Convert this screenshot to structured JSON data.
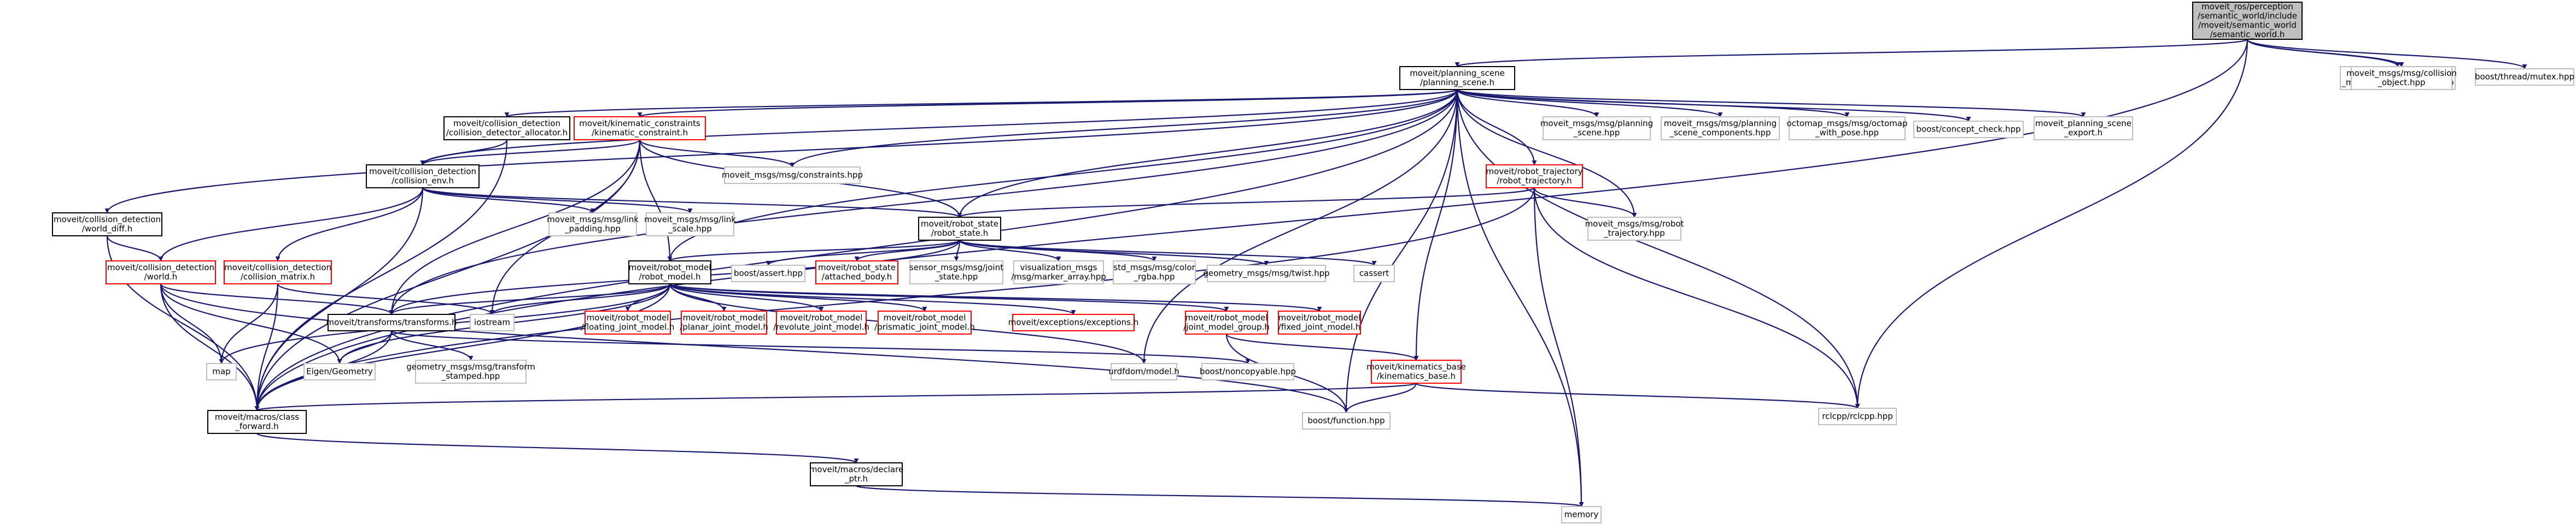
{
  "colors": {
    "background": "#ffffff",
    "edge": "#191970",
    "border_documented": "#000000",
    "border_external": "#bfbfbf",
    "border_incomplete": "#ff0000",
    "root_fill": "#bfbfbf",
    "node_fill": "#ffffff",
    "text": "#000000"
  },
  "nodes": [
    {
      "id": "root",
      "kind": "root",
      "lines": [
        "moveit_ros/perception",
        "/semantic_world/include",
        "/moveit/semantic_world",
        "/semantic_world.h"
      ]
    },
    {
      "id": "planning_scene",
      "kind": "doc",
      "lines": [
        "moveit/planning_scene",
        "/planning_scene.h"
      ]
    },
    {
      "id": "object_recognition",
      "kind": "ext",
      "lines": [
        "object_recognition",
        "_msgs/msg/table_array.hpp"
      ]
    },
    {
      "id": "collision_object",
      "kind": "ext",
      "lines": [
        "moveit_msgs/msg/collision",
        "_object.hpp"
      ]
    },
    {
      "id": "mutex",
      "kind": "ext",
      "lines": [
        "boost/thread/mutex.hpp"
      ]
    },
    {
      "id": "cd_allocator",
      "kind": "doc",
      "lines": [
        "moveit/collision_detection",
        "/collision_detector_allocator.h"
      ]
    },
    {
      "id": "kinematic_constraint",
      "kind": "red",
      "lines": [
        "moveit/kinematic_constraints",
        "/kinematic_constraint.h"
      ]
    },
    {
      "id": "ps_msg",
      "kind": "ext",
      "lines": [
        "moveit_msgs/msg/planning",
        "_scene.hpp"
      ]
    },
    {
      "id": "ps_components",
      "kind": "ext",
      "lines": [
        "moveit_msgs/msg/planning",
        "_scene_components.hpp"
      ]
    },
    {
      "id": "octomap",
      "kind": "ext",
      "lines": [
        "octomap_msgs/msg/octomap",
        "_with_pose.hpp"
      ]
    },
    {
      "id": "concept_check",
      "kind": "ext",
      "lines": [
        "boost/concept_check.hpp"
      ]
    },
    {
      "id": "ps_export",
      "kind": "ext",
      "lines": [
        "moveit_planning_scene",
        "_export.h"
      ]
    },
    {
      "id": "collision_env",
      "kind": "doc",
      "lines": [
        "moveit/collision_detection",
        "/collision_env.h"
      ]
    },
    {
      "id": "constraints",
      "kind": "ext",
      "lines": [
        "moveit_msgs/msg/constraints.hpp"
      ]
    },
    {
      "id": "robot_trajectory",
      "kind": "red",
      "lines": [
        "moveit/robot_trajectory",
        "/robot_trajectory.h"
      ]
    },
    {
      "id": "world_diff",
      "kind": "doc",
      "lines": [
        "moveit/collision_detection",
        "/world_diff.h"
      ]
    },
    {
      "id": "link_padding",
      "kind": "ext",
      "lines": [
        "moveit_msgs/msg/link",
        "_padding.hpp"
      ]
    },
    {
      "id": "link_scale",
      "kind": "ext",
      "lines": [
        "moveit_msgs/msg/link",
        "_scale.hpp"
      ]
    },
    {
      "id": "robot_state",
      "kind": "doc",
      "lines": [
        "moveit/robot_state",
        "/robot_state.h"
      ]
    },
    {
      "id": "robot_traj_msg",
      "kind": "ext",
      "lines": [
        "moveit_msgs/msg/robot",
        "_trajectory.hpp"
      ]
    },
    {
      "id": "world",
      "kind": "red",
      "lines": [
        "moveit/collision_detection",
        "/world.h"
      ]
    },
    {
      "id": "collision_matrix",
      "kind": "red",
      "lines": [
        "moveit/collision_detection",
        "/collision_matrix.h"
      ]
    },
    {
      "id": "robot_model",
      "kind": "doc",
      "lines": [
        "moveit/robot_model",
        "/robot_model.h"
      ]
    },
    {
      "id": "boost_assert",
      "kind": "ext",
      "lines": [
        "boost/assert.hpp"
      ]
    },
    {
      "id": "attached_body",
      "kind": "red",
      "lines": [
        "moveit/robot_state",
        "/attached_body.h"
      ]
    },
    {
      "id": "joint_state",
      "kind": "ext",
      "lines": [
        "sensor_msgs/msg/joint",
        "_state.hpp"
      ]
    },
    {
      "id": "marker_array",
      "kind": "ext",
      "lines": [
        "visualization_msgs",
        "/msg/marker_array.hpp"
      ]
    },
    {
      "id": "color_rgba",
      "kind": "ext",
      "lines": [
        "std_msgs/msg/color",
        "_rgba.hpp"
      ]
    },
    {
      "id": "twist",
      "kind": "ext",
      "lines": [
        "geometry_msgs/msg/twist.hpp"
      ]
    },
    {
      "id": "cassert",
      "kind": "ext",
      "lines": [
        "cassert"
      ]
    },
    {
      "id": "transforms",
      "kind": "doc",
      "lines": [
        "moveit/transforms/transforms.h"
      ]
    },
    {
      "id": "iostream",
      "kind": "ext",
      "lines": [
        "iostream"
      ]
    },
    {
      "id": "floating_joint",
      "kind": "red",
      "lines": [
        "moveit/robot_model",
        "/floating_joint_model.h"
      ]
    },
    {
      "id": "planar_joint",
      "kind": "red",
      "lines": [
        "moveit/robot_model",
        "/planar_joint_model.h"
      ]
    },
    {
      "id": "revolute_joint",
      "kind": "red",
      "lines": [
        "moveit/robot_model",
        "/revolute_joint_model.h"
      ]
    },
    {
      "id": "prismatic_joint",
      "kind": "red",
      "lines": [
        "moveit/robot_model",
        "/prismatic_joint_model.h"
      ]
    },
    {
      "id": "exceptions",
      "kind": "red",
      "lines": [
        "moveit/exceptions/exceptions.h"
      ]
    },
    {
      "id": "joint_model_group",
      "kind": "red",
      "lines": [
        "moveit/robot_model",
        "/joint_model_group.h"
      ]
    },
    {
      "id": "fixed_joint",
      "kind": "red",
      "lines": [
        "moveit/robot_model",
        "/fixed_joint_model.h"
      ]
    },
    {
      "id": "map",
      "kind": "ext",
      "lines": [
        "map"
      ]
    },
    {
      "id": "eigen",
      "kind": "ext",
      "lines": [
        "Eigen/Geometry"
      ]
    },
    {
      "id": "transform_stamped",
      "kind": "ext",
      "lines": [
        "geometry_msgs/msg/transform",
        "_stamped.hpp"
      ]
    },
    {
      "id": "urdfdom",
      "kind": "ext",
      "lines": [
        "urdfdom/model.h"
      ]
    },
    {
      "id": "noncopyable",
      "kind": "ext",
      "lines": [
        "boost/noncopyable.hpp"
      ]
    },
    {
      "id": "kinematics_base",
      "kind": "red",
      "lines": [
        "moveit/kinematics_base",
        "/kinematics_base.h"
      ]
    },
    {
      "id": "rclcpp",
      "kind": "ext",
      "lines": [
        "rclcpp/rclcpp.hpp"
      ]
    },
    {
      "id": "class_forward",
      "kind": "doc",
      "lines": [
        "moveit/macros/class",
        "_forward.h"
      ]
    },
    {
      "id": "boost_function",
      "kind": "ext",
      "lines": [
        "boost/function.hpp"
      ]
    },
    {
      "id": "declare_ptr",
      "kind": "doc",
      "lines": [
        "moveit/macros/declare",
        "_ptr.h"
      ]
    },
    {
      "id": "memory",
      "kind": "ext",
      "lines": [
        "memory"
      ]
    }
  ]
}
